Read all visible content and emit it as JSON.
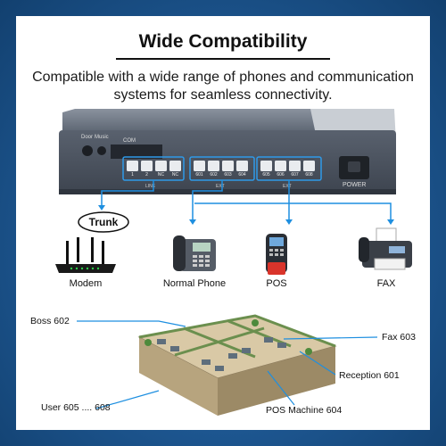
{
  "title": "Wide Compatibility",
  "subtitle": "Compatible with a wide range of phones and communication systems for seamless connectivity.",
  "colors": {
    "accent": "#1e8fe0",
    "panel": "#4c5563",
    "background": "#1f5a96"
  },
  "device": {
    "port_labels": {
      "door": "Door",
      "music": "Music",
      "com": "COM",
      "power": "POWER"
    },
    "line_group": {
      "label": "LINE",
      "ports": [
        "1",
        "2",
        "NC",
        "NC"
      ]
    },
    "ext_group_a": {
      "label": "EXT",
      "ports": [
        "601",
        "602",
        "603",
        "604"
      ]
    },
    "ext_group_b": {
      "label": "EXT",
      "ports": [
        "605",
        "606",
        "607",
        "608"
      ]
    }
  },
  "endpoints": [
    {
      "id": "modem",
      "label": "Modem",
      "icon": "router-icon"
    },
    {
      "id": "phone",
      "label": "Normal Phone",
      "icon": "desk-phone-icon"
    },
    {
      "id": "pos",
      "label": "POS",
      "icon": "pos-terminal-icon"
    },
    {
      "id": "fax",
      "label": "FAX",
      "icon": "fax-machine-icon"
    }
  ],
  "trunk_label": "Trunk",
  "office": {
    "labels": {
      "boss": "Boss 602",
      "fax": "Fax 603",
      "reception": "Reception 601",
      "pos": "POS Machine 604",
      "user": "User 605 .... 608"
    }
  }
}
